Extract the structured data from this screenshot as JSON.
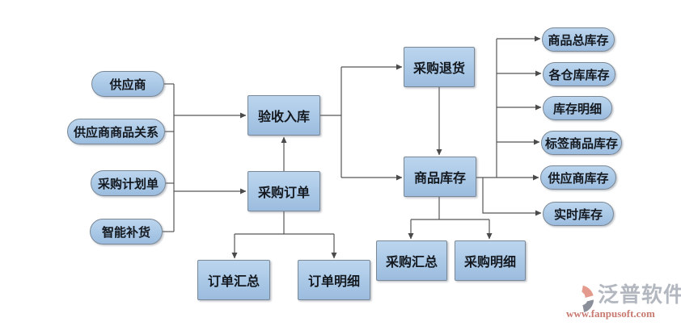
{
  "diagram": {
    "nodes": [
      {
        "id": "supplier",
        "label": "供应商"
      },
      {
        "id": "supplier-product-relation",
        "label": "供应商商品关系"
      },
      {
        "id": "purchase-plan",
        "label": "采购计划单"
      },
      {
        "id": "smart-replenishment",
        "label": "智能补货"
      },
      {
        "id": "acceptance-warehousing",
        "label": "验收入库"
      },
      {
        "id": "purchase-order",
        "label": "采购订单"
      },
      {
        "id": "purchase-return",
        "label": "采购退货"
      },
      {
        "id": "product-inventory",
        "label": "商品库存"
      },
      {
        "id": "total-product-inventory",
        "label": "商品总库存"
      },
      {
        "id": "per-warehouse-inventory",
        "label": "各仓库库存"
      },
      {
        "id": "inventory-detail",
        "label": "库存明细"
      },
      {
        "id": "labeled-product-inventory",
        "label": "标签商品库存"
      },
      {
        "id": "supplier-inventory",
        "label": "供应商库存"
      },
      {
        "id": "realtime-inventory",
        "label": "实时库存"
      },
      {
        "id": "order-summary",
        "label": "订单汇总"
      },
      {
        "id": "order-detail",
        "label": "订单明细"
      },
      {
        "id": "purchase-summary",
        "label": "采购汇总"
      },
      {
        "id": "purchase-detail",
        "label": "采购明细"
      }
    ]
  },
  "watermark": {
    "brand": "泛普软件",
    "url": "www.fanpusoft.com"
  },
  "colors": {
    "node_fill_top": "#bcd5ee",
    "node_fill_bottom": "#9cbcdf",
    "node_border": "#7a8794",
    "node_text": "#14181f",
    "connector": "#555555",
    "brand_text": "#b3b7bf",
    "brand_url": "#c87a70",
    "logo_gray": "#878c96",
    "logo_salmon": "#e59a8e"
  }
}
